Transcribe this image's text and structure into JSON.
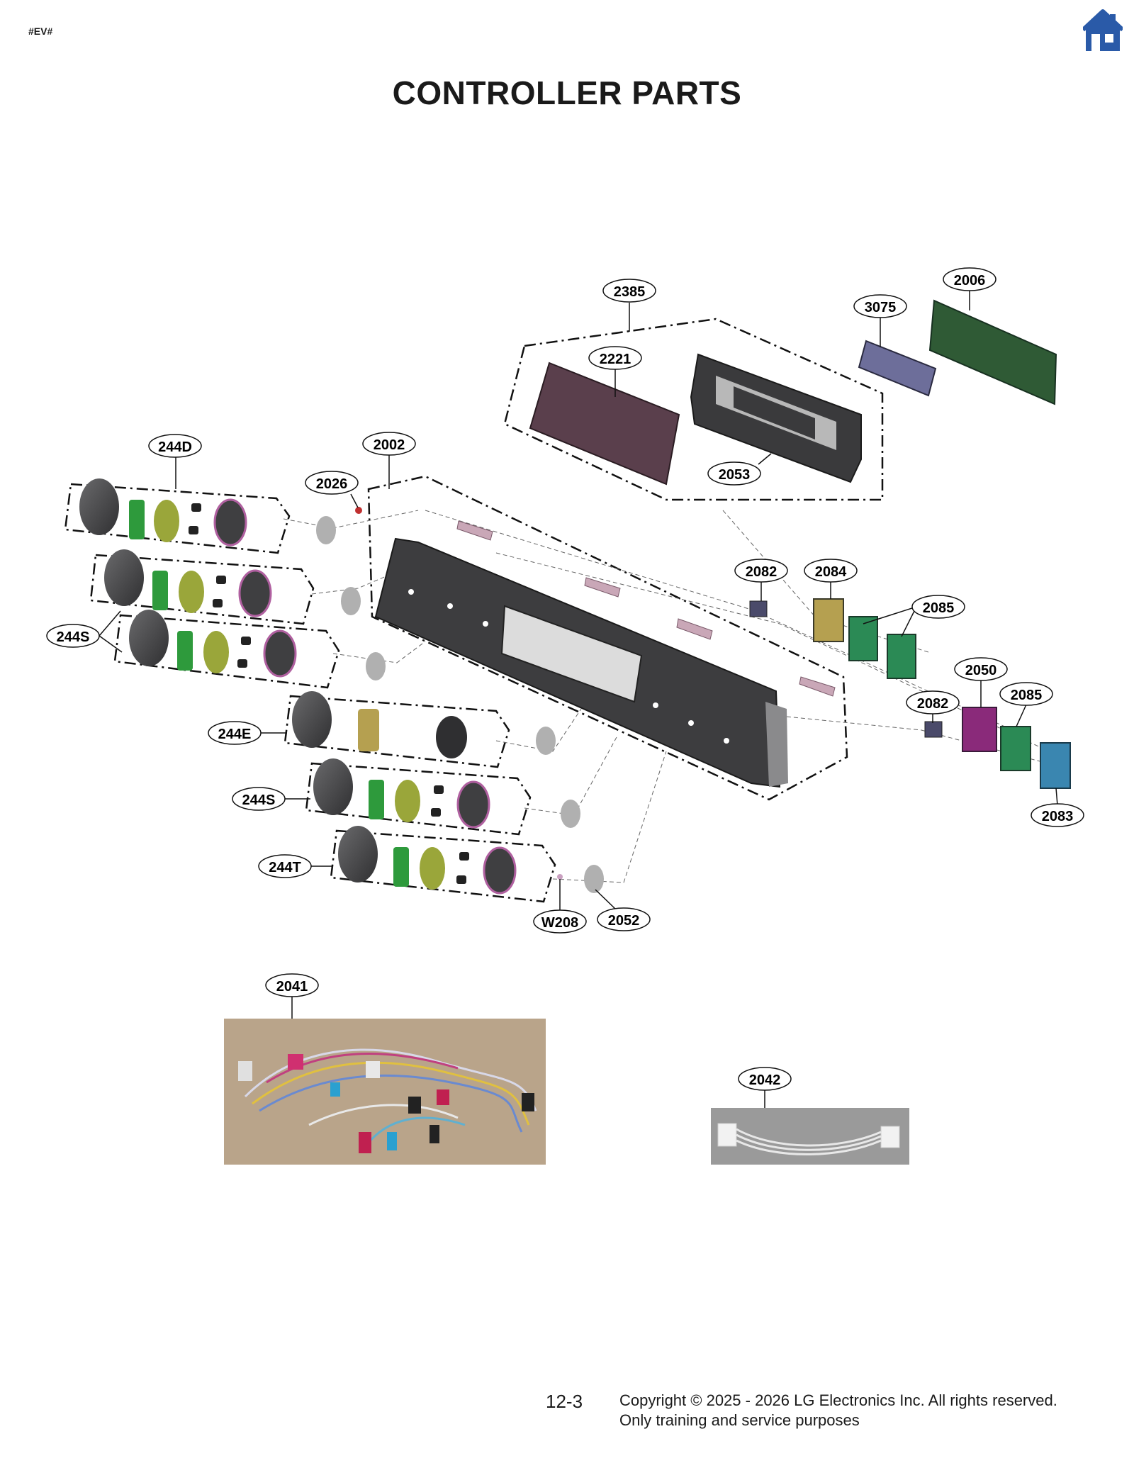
{
  "header": {
    "tag": "#EV#",
    "home_icon": "home-icon",
    "home_color": "#2a5aa8"
  },
  "page_title": "CONTROLLER PARTS",
  "part_labels": {
    "p2385": "2385",
    "p2006": "2006",
    "p3075": "3075",
    "p2221": "2221",
    "p2053": "2053",
    "p244D": "244D",
    "p2002": "2002",
    "p2026": "2026",
    "p244S_a": "244S",
    "p2082_a": "2082",
    "p2084": "2084",
    "p2085_a": "2085",
    "p2050": "2050",
    "p2082_b": "2082",
    "p2085_b": "2085",
    "p244E": "244E",
    "p244S_b": "244S",
    "p2083": "2083",
    "p244T": "244T",
    "pW208": "W208",
    "p2052": "2052",
    "p2041": "2041",
    "p2042": "2042"
  },
  "colors": {
    "panel": "#3d3d3f",
    "knob": "#4a4a4c",
    "green": "#2e9a3c",
    "olive": "#9aa63a",
    "pcb": "#2f5a35",
    "touch_window": "#5a3f4c",
    "switch_gold": "#b5a050",
    "switch_green": "#2b8a55",
    "switch_purple": "#8a2a7a",
    "switch_blue": "#3a86b0"
  },
  "footer": {
    "page_number": "12-3",
    "copyright": "Copyright © 2025 - 2026 LG Electronics Inc. All rights reserved.",
    "purpose": "Only training and service purposes"
  }
}
